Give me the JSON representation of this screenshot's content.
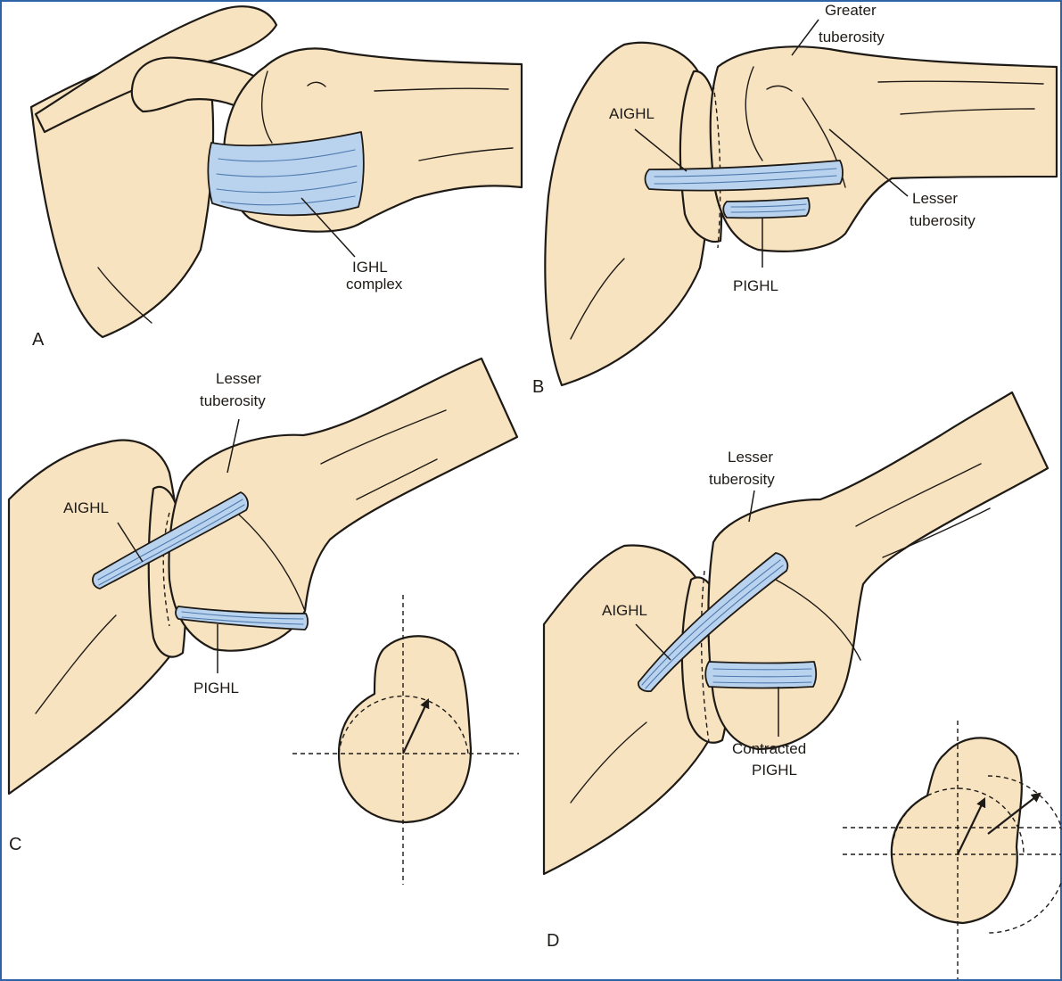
{
  "colors": {
    "bone_fill": "#f8e3c0",
    "ligament_fill": "#b9d3ef",
    "outline": "#1e1a16",
    "frame_border": "#2e63a7"
  },
  "panels": {
    "a": {
      "letter": "A",
      "ighl_line1": "IGHL",
      "ighl_line2": "complex"
    },
    "b": {
      "letter": "B",
      "greater_line1": "Greater",
      "greater_line2": "tuberosity",
      "aighl": "AIGHL",
      "lesser_line1": "Lesser",
      "lesser_line2": "tuberosity",
      "pighl": "PIGHL"
    },
    "c": {
      "letter": "C",
      "lesser_line1": "Lesser",
      "lesser_line2": "tuberosity",
      "aighl": "AIGHL",
      "pighl": "PIGHL"
    },
    "d": {
      "letter": "D",
      "lesser_line1": "Lesser",
      "lesser_line2": "tuberosity",
      "aighl": "AIGHL",
      "contracted_line1": "Contracted",
      "contracted_line2": "PIGHL"
    }
  }
}
